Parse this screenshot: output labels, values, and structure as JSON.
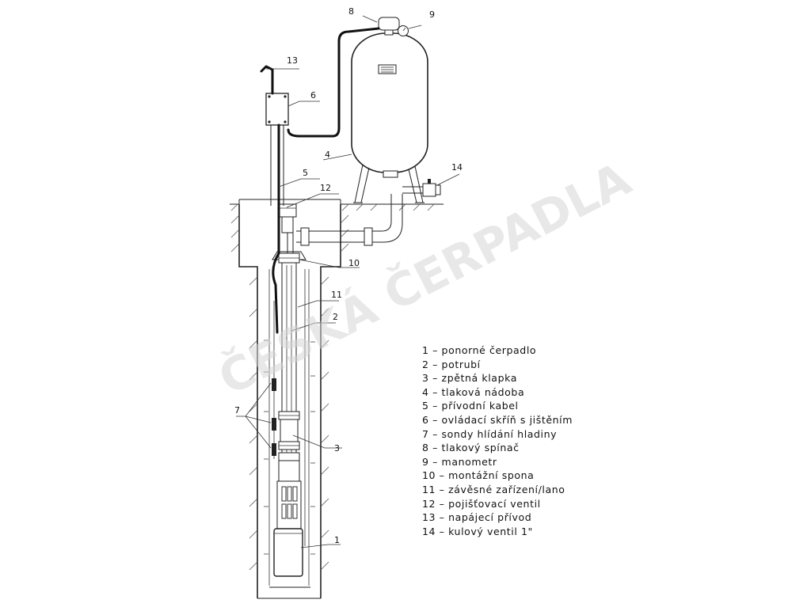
{
  "watermark": "ČESKÁ ČERPADLA",
  "callouts": [
    {
      "id": "c1",
      "text": "1"
    },
    {
      "id": "c2",
      "text": "2"
    },
    {
      "id": "c3",
      "text": "3"
    },
    {
      "id": "c4",
      "text": "4"
    },
    {
      "id": "c5",
      "text": "5"
    },
    {
      "id": "c6",
      "text": "6"
    },
    {
      "id": "c7",
      "text": "7"
    },
    {
      "id": "c8",
      "text": "8"
    },
    {
      "id": "c9",
      "text": "9"
    },
    {
      "id": "c10",
      "text": "10"
    },
    {
      "id": "c11",
      "text": "11"
    },
    {
      "id": "c12",
      "text": "12"
    },
    {
      "id": "c13",
      "text": "13"
    },
    {
      "id": "c14",
      "text": "14"
    }
  ],
  "legend": [
    "1 – ponorné čerpadlo",
    "2 – potrubí",
    "3 – zpětná klapka",
    "4 – tlaková nádoba",
    "5 – přívodní kabel",
    "6 – ovládací skříň s jištěním",
    "7 – sondy hlídání hladiny",
    "8 – tlakový spínač",
    "9 – manometr",
    "10 – montážní spona",
    "11 – závěsné zařízení/lano",
    "12 – pojišťovací ventil",
    "13 – napájecí přívod",
    "14 – kulový ventil 1\""
  ]
}
